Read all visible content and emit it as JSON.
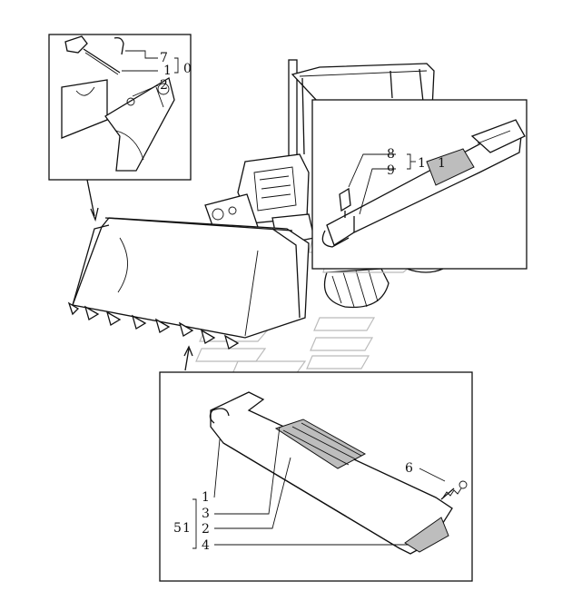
{
  "callouts": {
    "top_left": {
      "l7": "7",
      "l1": "1",
      "l2": "2",
      "l0": "0"
    },
    "top_right": {
      "l8": "8",
      "l9": "9",
      "bracket_1": "1",
      "end_1": "1"
    },
    "bottom": {
      "l6": "6",
      "l1": "1",
      "l3": "3",
      "l2": "2",
      "l4": "4",
      "group_5": "5",
      "group_1": "1"
    }
  }
}
